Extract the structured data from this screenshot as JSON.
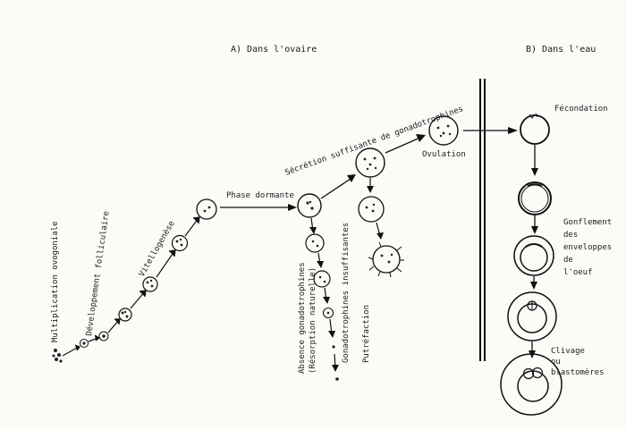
{
  "headings": {
    "ovary": "A) Dans l'ovaire",
    "water": "B) Dans l'eau"
  },
  "labels": {
    "multiplication": "Multiplication ovogoniale",
    "developpement": "Développement folliculaire",
    "vitellogenese": "Vitellogenèse",
    "phase_dormante": "Phase dormante",
    "secretion": "Sécrétion suffisante de gonadotrophines",
    "ovulation": "Ovulation",
    "absence": "Absence gonadotrophines",
    "resorption": "(Résorption naturelle)",
    "insuffisantes": "Gonadotrophines insuffisantes",
    "putrefaction": "Putréfaction",
    "fecondation": "Fécondation",
    "gonflement": "Gonflement des enveloppes de l'oeuf",
    "clivage": "Clivage ou blastomères"
  }
}
